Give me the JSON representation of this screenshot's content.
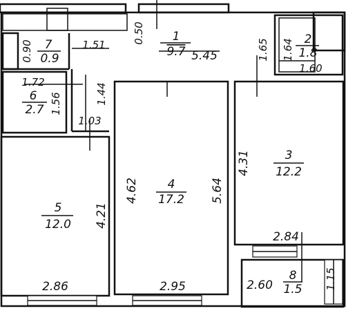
{
  "rooms": [
    {
      "id": "1",
      "area": "9.7"
    },
    {
      "id": "2",
      "area": "1.8"
    },
    {
      "id": "3",
      "area": "12.2"
    },
    {
      "id": "4",
      "area": "17.2"
    },
    {
      "id": "5",
      "area": "12.0"
    },
    {
      "id": "6",
      "area": "2.7"
    },
    {
      "id": "7",
      "area": "0.9"
    },
    {
      "id": "8",
      "area": "1.5"
    }
  ],
  "dimensions": {
    "d_050": "0.50",
    "d_545": "5.45",
    "d_165": "1.65",
    "d_164": "1.64",
    "d_160": "1.60",
    "d_151": "1.51",
    "d_090": "0.90",
    "d_172": "1.72",
    "d_156": "1.56",
    "d_144": "1.44",
    "d_103": "1.03",
    "d_431": "4.31",
    "d_462": "4.62",
    "d_564": "5.64",
    "d_421": "4.21",
    "d_284": "2.84",
    "d_286": "2.86",
    "d_295": "2.95",
    "d_260": "2.60",
    "d_115": "1.15"
  }
}
